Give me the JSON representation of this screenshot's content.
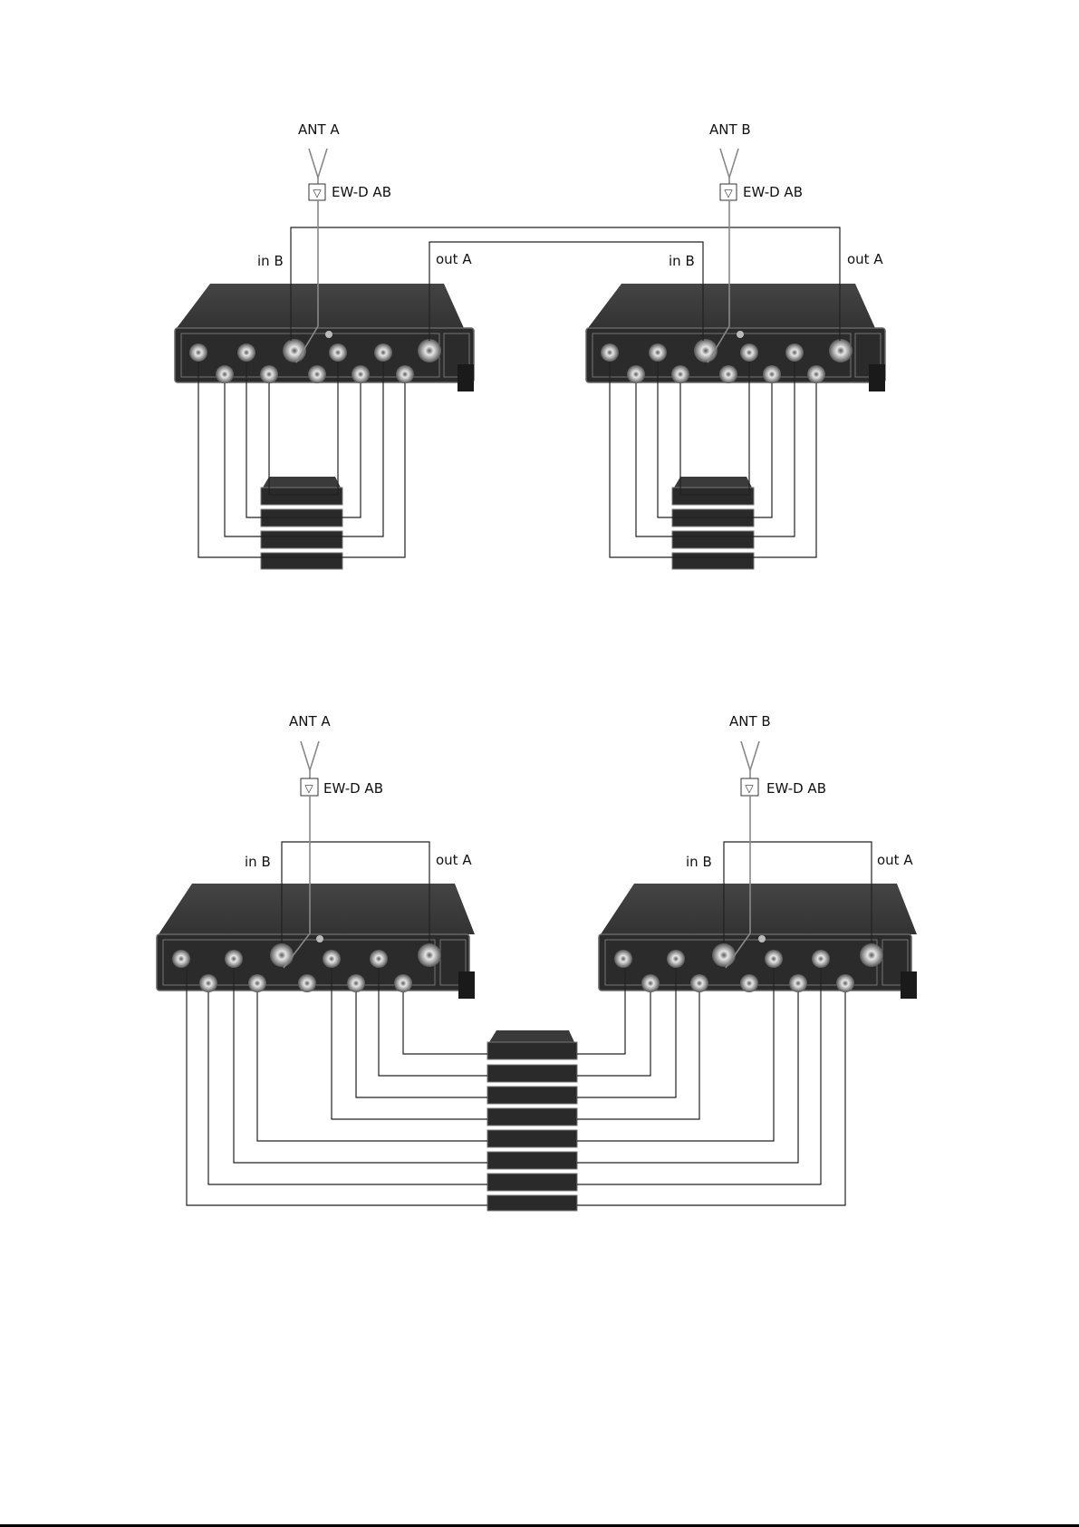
{
  "diagram_top": {
    "left": {
      "antenna_label": "ANT A",
      "booster_label": "EW-D AB",
      "in_label": "in B",
      "out_label": "out A"
    },
    "right": {
      "antenna_label": "ANT B",
      "booster_label": "EW-D AB",
      "in_label": "in B",
      "out_label": "out A"
    }
  },
  "diagram_bottom": {
    "left": {
      "antenna_label": "ANT A",
      "booster_label": "EW-D AB",
      "in_label": "in B",
      "out_label": "out A"
    },
    "right": {
      "antenna_label": "ANT B",
      "booster_label": "EW-D AB",
      "in_label": "in  B",
      "out_label": "out A"
    }
  },
  "colors": {
    "device_top": "#3b3b3b",
    "device_front": "#2a2a2a",
    "connector": "#b9b9b9",
    "wire": "#222222"
  }
}
